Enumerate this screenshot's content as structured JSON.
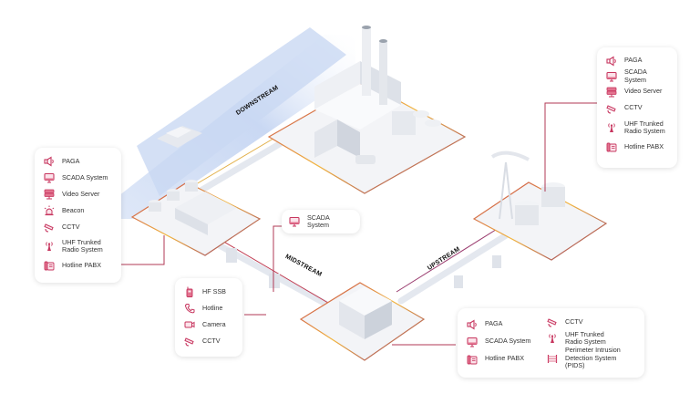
{
  "colors": {
    "icon": "#c7365f",
    "connector": "#b03a55",
    "ring_start": "#f5c040",
    "ring_end": "#9a2b6e",
    "river": "#c9d8f3"
  },
  "stages": {
    "downstream": "DOWNSTREAM",
    "midstream": "MIDSTREAM",
    "upstream": "UPSTREAM"
  },
  "cards": {
    "downstream_left": {
      "items": [
        {
          "icon": "speaker-icon",
          "label": "PAGA"
        },
        {
          "icon": "monitor-icon",
          "label": "SCADA System"
        },
        {
          "icon": "server-icon",
          "label": "Video Server"
        },
        {
          "icon": "beacon-icon",
          "label": "Beacon"
        },
        {
          "icon": "cctv-icon",
          "label": "CCTV"
        },
        {
          "icon": "radio-tower-icon",
          "label": "UHF Trunked\nRadio System"
        },
        {
          "icon": "pabx-icon",
          "label": "Hotline PABX"
        }
      ]
    },
    "upstream_right": {
      "items": [
        {
          "icon": "speaker-icon",
          "label": "PAGA"
        },
        {
          "icon": "monitor-icon",
          "label": "SCADA System"
        },
        {
          "icon": "server-icon",
          "label": "Video Server"
        },
        {
          "icon": "cctv-icon",
          "label": "CCTV"
        },
        {
          "icon": "radio-tower-icon",
          "label": "UHF Trunked\nRadio System"
        },
        {
          "icon": "pabx-icon",
          "label": "Hotline PABX"
        }
      ]
    },
    "midstream_scada": {
      "items": [
        {
          "icon": "monitor-icon",
          "label": "SCADA System"
        }
      ]
    },
    "midstream_pipeline": {
      "items": [
        {
          "icon": "hf-radio-icon",
          "label": "HF SSB"
        },
        {
          "icon": "phone-icon",
          "label": "Hotline"
        },
        {
          "icon": "camera-icon",
          "label": "Camera"
        },
        {
          "icon": "cctv-icon",
          "label": "CCTV"
        }
      ]
    },
    "station_bottom": {
      "left": [
        {
          "icon": "speaker-icon",
          "label": "PAGA"
        },
        {
          "icon": "monitor-icon",
          "label": "SCADA System"
        },
        {
          "icon": "pabx-icon",
          "label": "Hotline PABX"
        }
      ],
      "right": [
        {
          "icon": "cctv-icon",
          "label": "CCTV"
        },
        {
          "icon": "radio-tower-icon",
          "label": "UHF Trunked\nRadio System"
        },
        {
          "icon": "fence-icon",
          "label": "Perimeter Intrusion\nDetection System (PIDS)"
        }
      ]
    }
  }
}
